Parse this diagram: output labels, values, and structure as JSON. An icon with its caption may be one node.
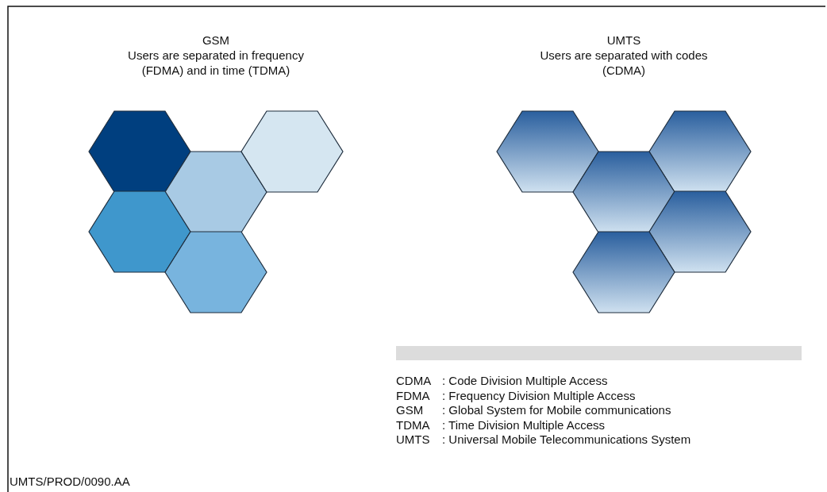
{
  "diagram": {
    "nodes": [
      {
        "text": [],
        "shape": "bar"
      }
    ],
    "labels": [
      "GSM",
      "Users are separated in frequency (FDMA) and in time (TDMA)",
      "UMTS",
      "Users are separated with codes (CDMA)",
      "CDMA",
      ": Code Division Multiple Access",
      "FDMA",
      ": Frequency Division Multiple Access",
      "GSM",
      ": Global System for Mobile communications",
      "TDMA",
      ": Time Division Multiple Access",
      "UMTS",
      ": Universal Mobile Telecommunications System",
      "UMTS/PROD/0090.AA"
    ]
  }
}
